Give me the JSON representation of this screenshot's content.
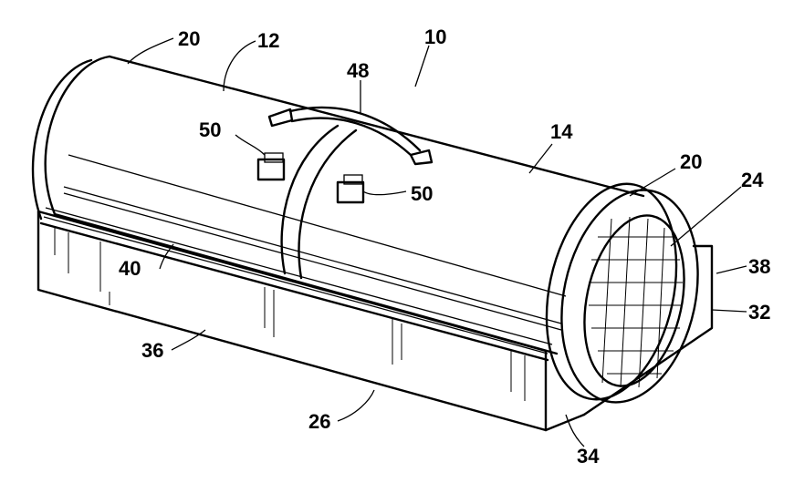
{
  "figure": {
    "labels": {
      "end_cap_left": "20",
      "housing_left": "12",
      "assembly": "10",
      "handle": "48",
      "latch_left": "50",
      "housing_right": "14",
      "end_cap_right": "20",
      "grille": "24",
      "latch_right": "50",
      "bracket": "38",
      "rail": "40",
      "support": "32",
      "base_front": "36",
      "base": "26",
      "foot": "34"
    }
  }
}
